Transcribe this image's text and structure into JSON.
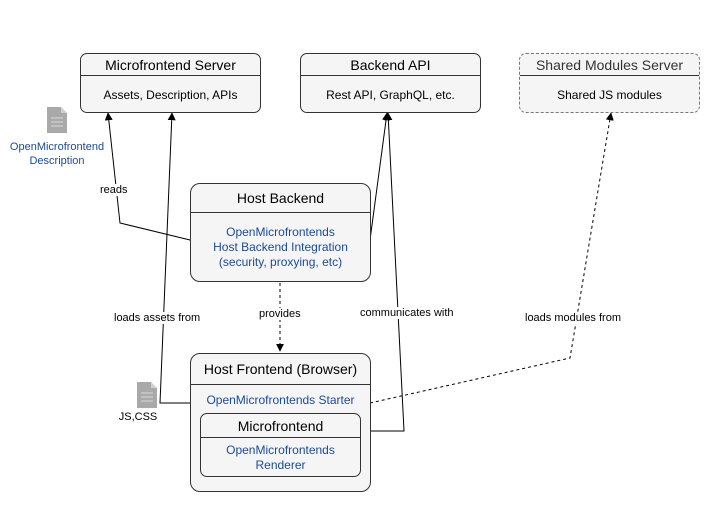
{
  "nodes": {
    "microfrontend_server": {
      "title": "Microfrontend Server",
      "body": "Assets, Description, APIs"
    },
    "backend_api": {
      "title": "Backend API",
      "body": "Rest API, GraphQL, etc."
    },
    "shared_modules_server": {
      "title": "Shared Modules Server",
      "body": "Shared JS modules"
    },
    "host_backend": {
      "title": "Host Backend",
      "body_line1": "OpenMicrofrontends",
      "body_line2": "Host Backend Integration",
      "body_line3": "(security, proxying, etc)"
    },
    "host_frontend": {
      "title": "Host Frontend (Browser)",
      "starter": "OpenMicrofrontends Starter"
    },
    "microfrontend": {
      "title": "Microfrontend",
      "body_line1": "OpenMicrofrontends",
      "body_line2": "Renderer"
    }
  },
  "docs": {
    "description": {
      "line1": "OpenMicrofrontend",
      "line2": "Description"
    },
    "assets": {
      "label": "JS,CSS"
    }
  },
  "edges": {
    "reads": "reads",
    "loads_assets_from": "loads assets from",
    "provides": "provides",
    "communicates_with": "communicates with",
    "loads_modules_from": "loads modules from"
  },
  "colors": {
    "accent_text": "#1a4a9c",
    "box_fill": "#f5f5f5",
    "stroke": "#000000"
  }
}
